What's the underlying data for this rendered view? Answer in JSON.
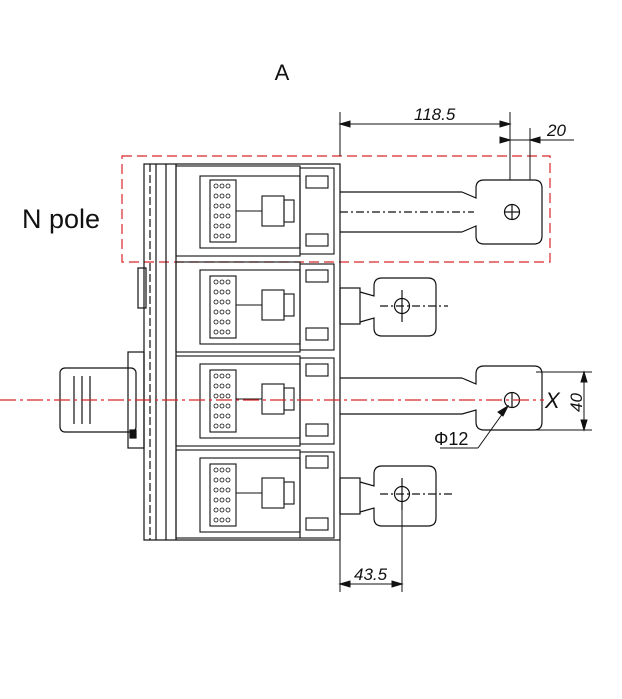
{
  "view_label": "A",
  "n_pole_label": "N pole",
  "dimensions": {
    "top_overall": "118.5",
    "top_small": "20",
    "right_vertical": "40",
    "hole_diameter": "Φ12",
    "bottom_horizontal": "43.5"
  },
  "axis_marker": "X",
  "colors": {
    "line": "#111111",
    "highlight": "#d9262a"
  }
}
